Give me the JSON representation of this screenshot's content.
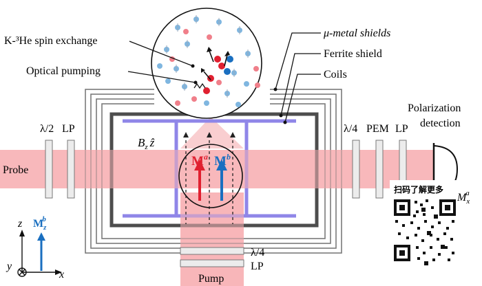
{
  "labels": {
    "spin_exchange": "K-³He spin exchange",
    "optical_pumping": "Optical pumping",
    "mu_metal": "μ-metal shields",
    "ferrite": "Ferrite shield",
    "coils": "Coils",
    "polarization_line1": "Polarization",
    "polarization_line2": "detection",
    "half_wave": "λ/2",
    "lp_left": "LP",
    "quarter_wave_right": "λ/4",
    "pem": "PEM",
    "lp_right": "LP",
    "probe": "Probe",
    "pump": "Pump",
    "quarter_wave_pump": "λ/4",
    "lp_pump": "LP",
    "field_label": "B",
    "field_sub": "z",
    "field_hat": "ẑ",
    "m_a": "M",
    "m_a_sup": "a",
    "m_b": "M",
    "m_b_sup": "b",
    "m_x": "M",
    "m_x_sup": "a",
    "m_x_sub": "x",
    "axis_z": "z",
    "axis_x": "x",
    "axis_y": "y",
    "mzb": "M",
    "mzb_sup": "b",
    "mzb_sub": "z",
    "qr_caption": "扫码了解更多"
  },
  "colors": {
    "probe_beam": "#f6a9ad",
    "pump_beam": "#f6a9ad",
    "coil": "#8c84e6",
    "ferrite": "#555555",
    "mu_metal": "#888888",
    "red_arrow": "#e02030",
    "blue_arrow": "#1a6fc0"
  }
}
